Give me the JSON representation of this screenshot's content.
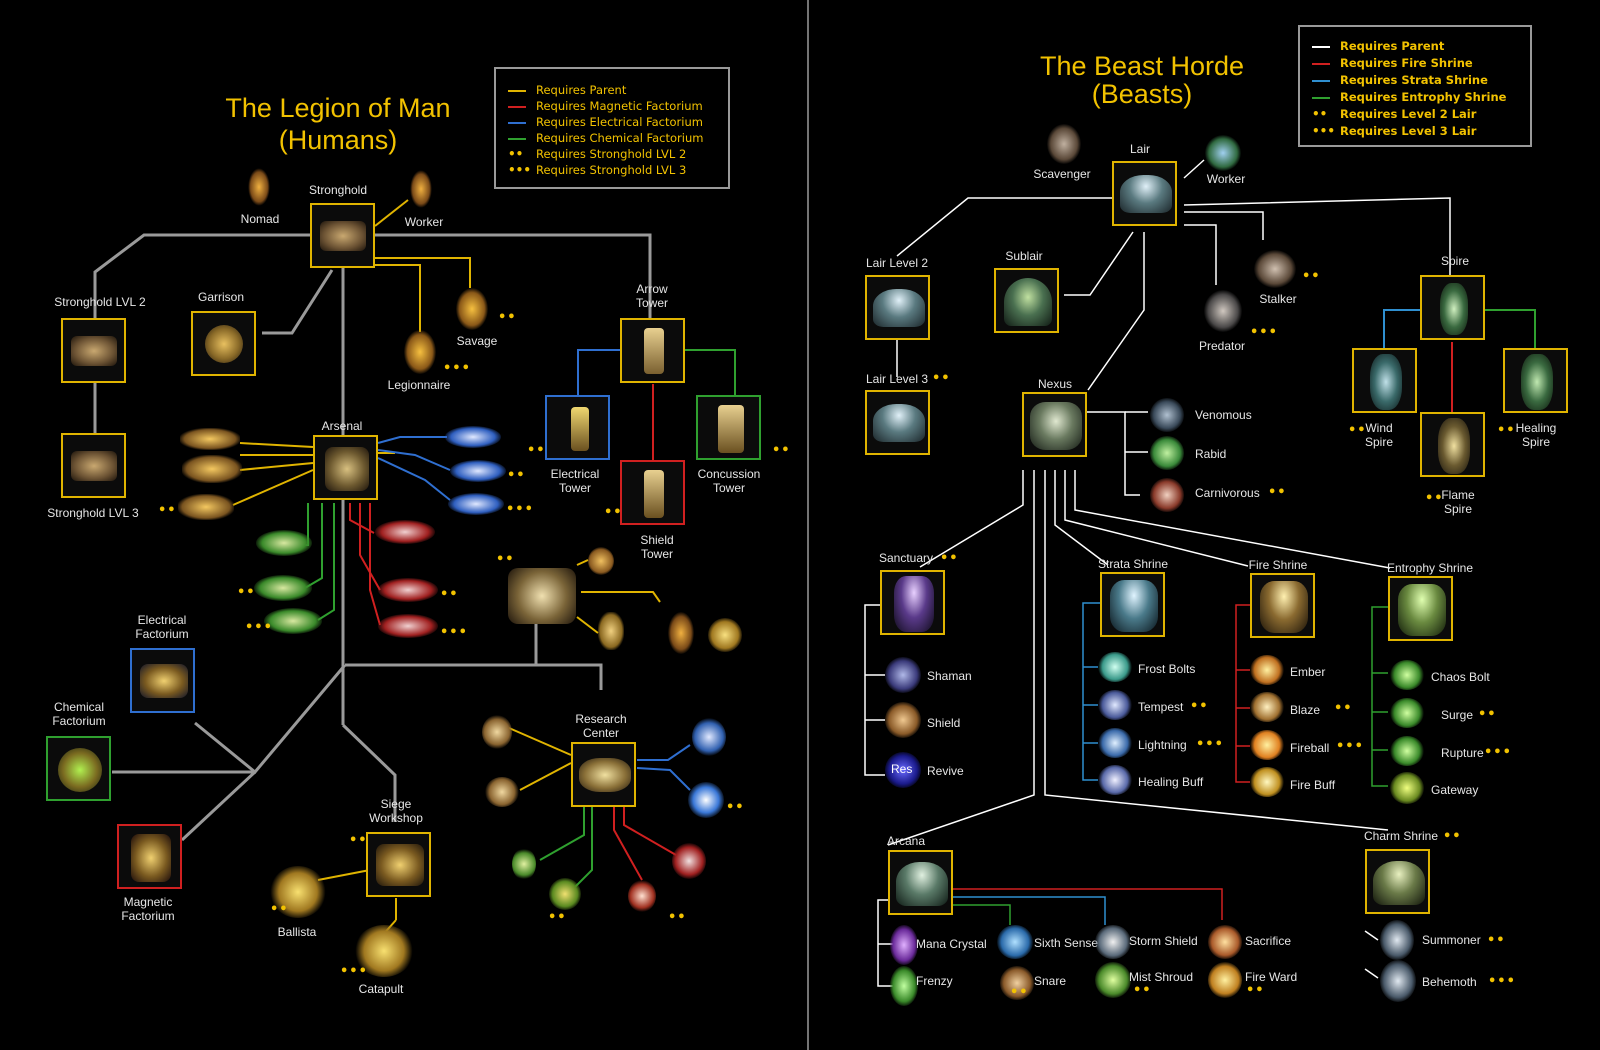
{
  "colors": {
    "parent_human": "#e0b400",
    "parent_beast": "#ffffff",
    "magnetic": "#d02020",
    "electrical": "#2f6fd0",
    "chemical": "#2fa02f",
    "tree_line": "#9a9a9a",
    "text": "#f2c200"
  },
  "left": {
    "title": "The Legion of Man",
    "subtitle": "(Humans)",
    "legend": [
      {
        "label": "Requires Parent",
        "kind": "line",
        "color": "#e0b400"
      },
      {
        "label": "Requires Magnetic Factorium",
        "kind": "line",
        "color": "#d02020"
      },
      {
        "label": "Requires Electrical Factorium",
        "kind": "line",
        "color": "#2f6fd0"
      },
      {
        "label": "Requires Chemical Factorium",
        "kind": "line",
        "color": "#2fa02f"
      },
      {
        "label": "Requires Stronghold LVL 2",
        "kind": "dots",
        "dots": "••"
      },
      {
        "label": "Requires Stronghold LVL 3",
        "kind": "dots",
        "dots": "•••"
      }
    ],
    "nodes": {
      "stronghold": "Stronghold",
      "nomad": "Nomad",
      "worker": "Worker",
      "stronghold2": "Stronghold LVL 2",
      "garrison": "Garrison",
      "savage": "Savage",
      "legionnaire": "Legionnaire",
      "arrow_tower": "Arrow Tower",
      "stronghold3": "Stronghold LVL 3",
      "arsenal": "Arsenal",
      "electrical_tower": "Electrical Tower",
      "concussion_tower": "Concussion Tower",
      "shield_tower": "Shield Tower",
      "electrical_factorium": "Electrical Factorium",
      "chemical_factorium": "Chemical Factorium",
      "magnetic_factorium": "Magnetic Factorium",
      "research_center": "Research Center",
      "siege_workshop": "Siege Workshop",
      "ballista": "Ballista",
      "catapult": "Catapult"
    }
  },
  "right": {
    "title": "The Beast Horde",
    "subtitle": "(Beasts)",
    "legend": [
      {
        "label": "Requires Parent",
        "kind": "line",
        "color": "#ffffff"
      },
      {
        "label": "Requires Fire Shrine",
        "kind": "line",
        "color": "#d02020"
      },
      {
        "label": "Requires Strata Shrine",
        "kind": "line",
        "color": "#2f8fd0"
      },
      {
        "label": "Requires Entrophy Shrine",
        "kind": "line",
        "color": "#2fa02f"
      },
      {
        "label": "Requires Level 2 Lair",
        "kind": "dots",
        "dots": "••"
      },
      {
        "label": "Requires Level 3 Lair",
        "kind": "dots",
        "dots": "•••"
      }
    ],
    "nodes": {
      "lair": "Lair",
      "scavenger": "Scavenger",
      "worker": "Worker",
      "lair2": "Lair Level 2",
      "sublair": "Sublair",
      "stalker": "Stalker",
      "predator": "Predator",
      "spire": "Spire",
      "lair3": "Lair Level 3",
      "nexus": "Nexus",
      "venomous": "Venomous",
      "rabid": "Rabid",
      "carnivorous": "Carnivorous",
      "wind_spire": "Wind Spire",
      "healing_spire": "Healing Spire",
      "flame_spire": "Flame Spire",
      "sanctuary": "Sanctuary",
      "strata_shrine": "Strata Shrine",
      "fire_shrine": "Fire Shrine",
      "entrophy_shrine": "Entrophy Shrine",
      "shaman": "Shaman",
      "shield": "Shield",
      "revive": "Revive",
      "res": "Res",
      "frost_bolts": "Frost Bolts",
      "tempest": "Tempest",
      "lightning": "Lightning",
      "healing_buff": "Healing Buff",
      "ember": "Ember",
      "blaze": "Blaze",
      "fireball": "Fireball",
      "fire_buff": "Fire Buff",
      "chaos_bolt": "Chaos Bolt",
      "surge": "Surge",
      "rupture": "Rupture",
      "gateway": "Gateway",
      "arcana": "Arcana",
      "charm_shrine": "Charm Shrine",
      "mana_crystal": "Mana Crystal",
      "frenzy": "Frenzy",
      "sixth_sense": "Sixth Sense",
      "snare": "Snare",
      "storm_shield": "Storm Shield",
      "mist_shroud": "Mist Shroud",
      "sacrifice": "Sacrifice",
      "fire_ward": "Fire Ward",
      "summoner": "Summoner",
      "behemoth": "Behemoth"
    }
  }
}
